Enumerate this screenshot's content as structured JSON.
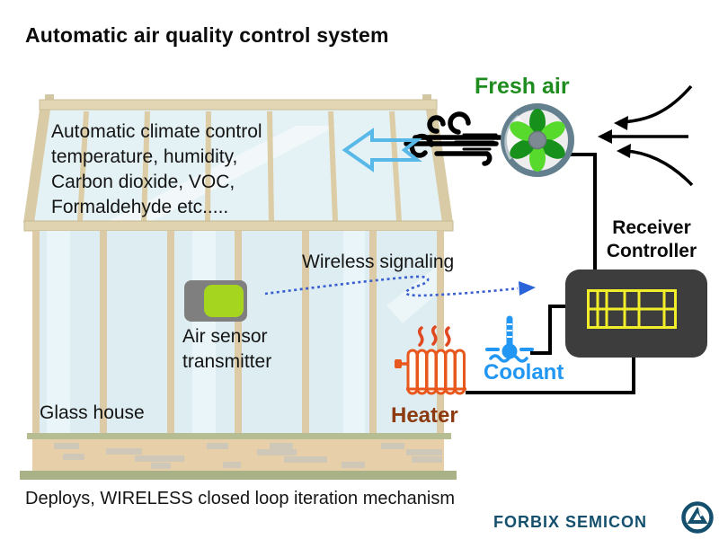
{
  "title": "Automatic air quality control system",
  "greenhouse": {
    "label": "Glass house",
    "climate_text_lines": [
      "Automatic climate control",
      "temperature, humidity,",
      "Carbon dioxide, VOC,",
      "Formaldehyde etc....."
    ]
  },
  "fresh_air": {
    "label": "Fresh air"
  },
  "receiver_controller": {
    "line1": "Receiver",
    "line2": "Controller"
  },
  "wireless": {
    "label": "Wireless signaling"
  },
  "sensor": {
    "line1": "Air sensor",
    "line2": "transmitter"
  },
  "coolant": {
    "label": "Coolant"
  },
  "heater": {
    "label": "Heater"
  },
  "caption": "Deploys, WIRELESS closed loop iteration mechanism",
  "brand": {
    "name": "FORBIX SEMICON"
  },
  "icons": {
    "fan": "fan-icon",
    "wind": "wind-gust-icon",
    "flow_arrow": "left-flow-arrow-icon",
    "intake_arrows": "air-intake-arrows",
    "thermometer": "coolant-thermometer-icon",
    "radiator": "heater-radiator-icon",
    "logo": "forbix-logo-icon"
  },
  "colors": {
    "fresh_air_green": "#1e8c1e",
    "coolant_blue": "#2196f3",
    "heater_brown": "#8c3a10",
    "brand_navy": "#14506e",
    "wireless_blue": "#3a5fd0",
    "flow_arrow_blue": "#58b8e8",
    "sensor_green": "#a6d51f",
    "controller_grid_yellow": "#f2ee2a",
    "fan_green_dark": "#17901c",
    "fan_green_light": "#57da2b",
    "glass_blue": "#e0eff4",
    "frame_tan": "#dccfa9"
  }
}
